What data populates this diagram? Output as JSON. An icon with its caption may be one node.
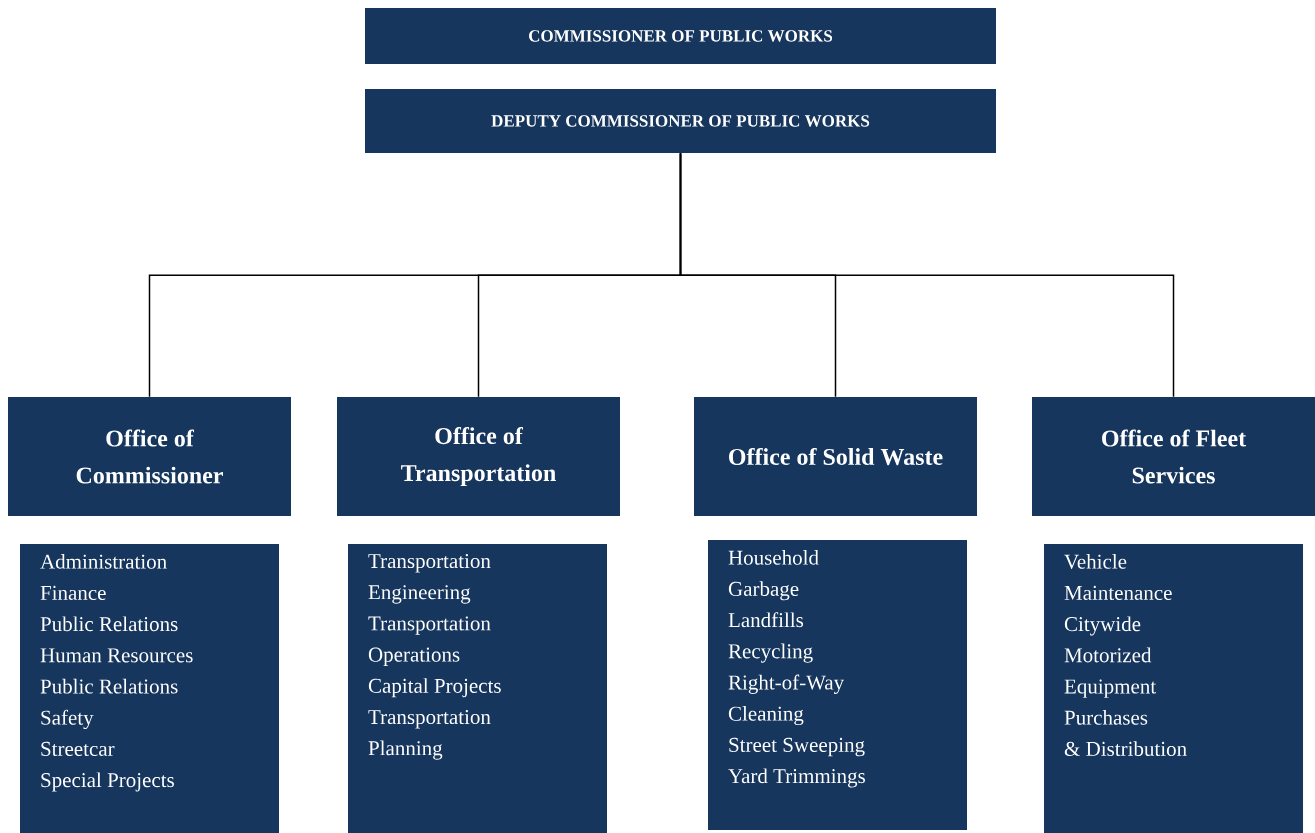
{
  "diagram": {
    "nodes": [
      {
        "text": [
          "COMMISSIONER OF PUBLIC WORKS"
        ]
      },
      {
        "text": [
          "DEPUTY COMMISSIONER OF PUBLIC WORKS"
        ]
      },
      {
        "text": [
          "Office of Commissioner"
        ]
      },
      {
        "text": [
          "Office of Transportation"
        ]
      },
      {
        "text": [
          "Office of Solid Waste"
        ]
      },
      {
        "text": [
          "Office of Fleet Services"
        ]
      },
      {
        "text": [
          "Administration",
          "Finance",
          "Public Relations",
          "Human Resources",
          "Public Relations",
          "Safety",
          "Streetcar",
          "Special Projects"
        ]
      },
      {
        "text": [
          "Transportation",
          "Engineering",
          "Transportation",
          "Operations",
          "Capital Projects",
          "Transportation",
          "Planning"
        ]
      },
      {
        "text": [
          "Household",
          "Garbage",
          "Landfills",
          "Recycling",
          "Right-of-Way",
          "Cleaning",
          "Street Sweeping",
          "Yard Trimmings"
        ]
      },
      {
        "text": [
          "Vehicle",
          "Maintenance",
          "Citywide",
          "Motorized",
          "Equipment",
          "Purchases",
          "& Distribution"
        ]
      }
    ],
    "edges": [
      {
        "from": 1,
        "to": 2,
        "arrow": "none"
      },
      {
        "from": 1,
        "to": 3,
        "arrow": "none"
      },
      {
        "from": 1,
        "to": 4,
        "arrow": "none"
      },
      {
        "from": 1,
        "to": 5,
        "arrow": "none"
      }
    ]
  }
}
